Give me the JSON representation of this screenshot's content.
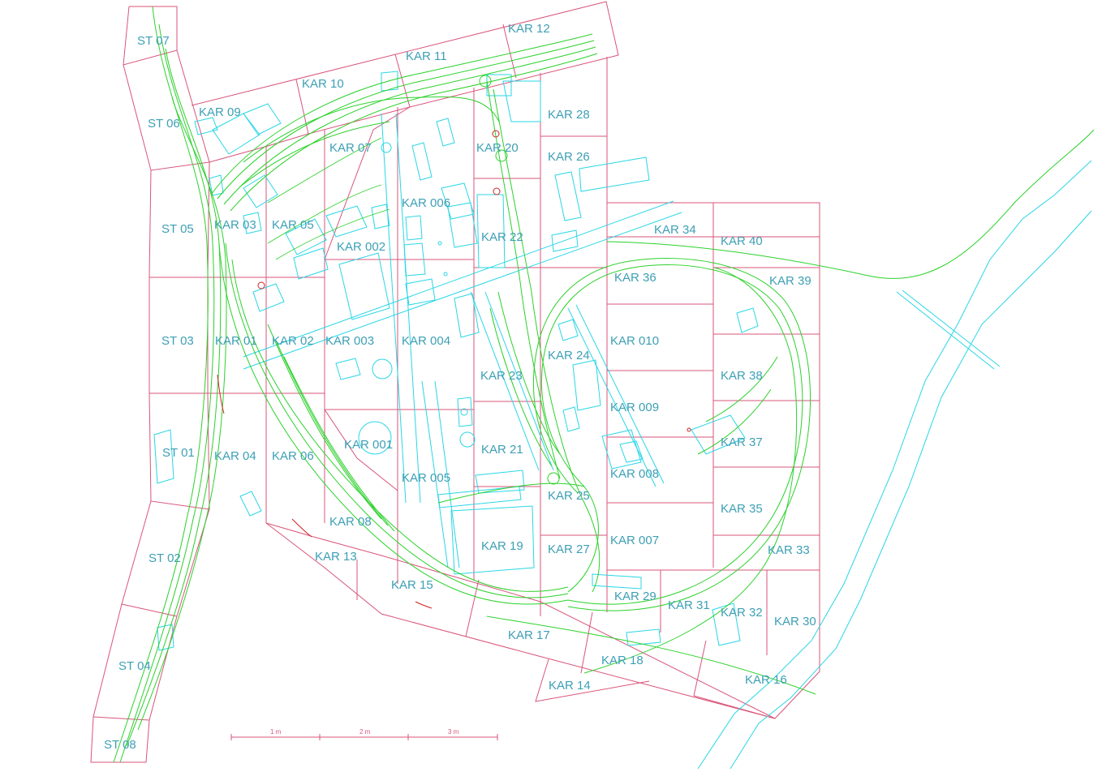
{
  "labels": {
    "st07": "ST 07",
    "st06": "ST 06",
    "st05": "ST 05",
    "st03": "ST 03",
    "st01": "ST 01",
    "st02": "ST 02",
    "st04": "ST 04",
    "st08": "ST 08",
    "kar12": "KAR 12",
    "kar11": "KAR 11",
    "kar10": "KAR 10",
    "kar09": "KAR 09",
    "kar28": "KAR 28",
    "kar20": "KAR 20",
    "kar07": "KAR 07",
    "kar26": "KAR 26",
    "kar006": "KAR 006",
    "kar03": "KAR 03",
    "kar05": "KAR 05",
    "kar002": "KAR 002",
    "kar22": "KAR 22",
    "kar34": "KAR 34",
    "kar40": "KAR 40",
    "kar36": "KAR 36",
    "kar39": "KAR 39",
    "kar01": "KAR 01",
    "kar02": "KAR 02",
    "kar003": "KAR 003",
    "kar004": "KAR 004",
    "kar24": "KAR 24",
    "kar010": "KAR 010",
    "kar23": "KAR 23",
    "kar38": "KAR 38",
    "kar009": "KAR 009",
    "kar001": "KAR 001",
    "kar04": "KAR 04",
    "kar06": "KAR 06",
    "kar21": "KAR 21",
    "kar37": "KAR 37",
    "kar005": "KAR 005",
    "kar008": "KAR 008",
    "kar25": "KAR 25",
    "kar35": "KAR 35",
    "kar08": "KAR 08",
    "kar19": "KAR 19",
    "kar007": "KAR 007",
    "kar27": "KAR 27",
    "kar13": "KAR 13",
    "kar33": "KAR 33",
    "kar15": "KAR 15",
    "kar29": "KAR 29",
    "kar31": "KAR 31",
    "kar32": "KAR 32",
    "kar30": "KAR 30",
    "kar17": "KAR 17",
    "kar18": "KAR 18",
    "kar16": "KAR 16",
    "kar14": "KAR 14"
  },
  "scale_bar": {
    "tick1": "1 m",
    "tick2": "2 m",
    "tick3": "3 m"
  },
  "colors": {
    "section_lines": "#d9557a",
    "building_lines": "#29d6e6",
    "track_lines": "#2bd12b",
    "label_text": "#3d9fb5",
    "marker": "#cc2222"
  }
}
